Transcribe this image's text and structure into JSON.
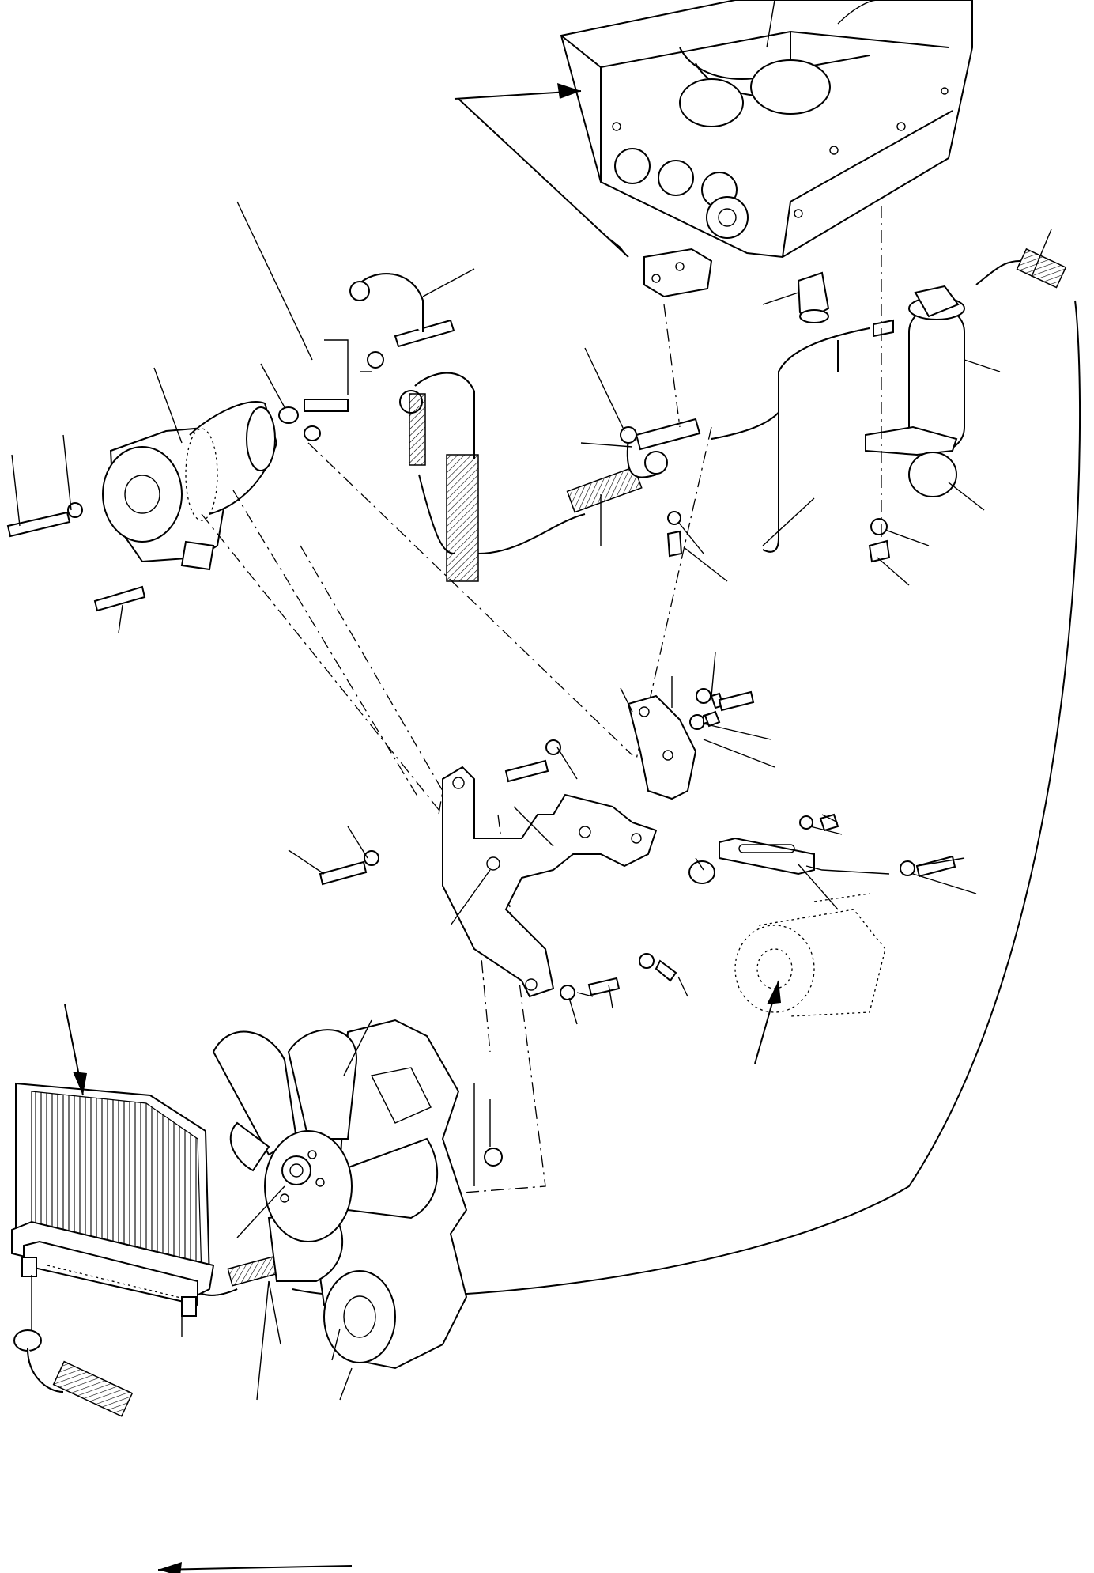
{
  "title": "",
  "colors": {
    "ink": "#000000",
    "paper": "#ffffff"
  },
  "assemblies": [
    {
      "id": "evaporator-unit",
      "name": "evaporator-unit"
    },
    {
      "id": "expansion-valve",
      "name": "expansion-valve"
    },
    {
      "id": "compressor",
      "name": "compressor"
    },
    {
      "id": "receiver-drier",
      "name": "receiver-drier"
    },
    {
      "id": "pressure-switch",
      "name": "pressure-switch"
    },
    {
      "id": "compressor-bracket",
      "name": "compressor-bracket"
    },
    {
      "id": "adjusting-strap",
      "name": "adjusting-strap"
    },
    {
      "id": "alternator",
      "name": "alternator"
    },
    {
      "id": "condenser",
      "name": "condenser"
    },
    {
      "id": "engine-fan",
      "name": "engine-fan"
    }
  ]
}
